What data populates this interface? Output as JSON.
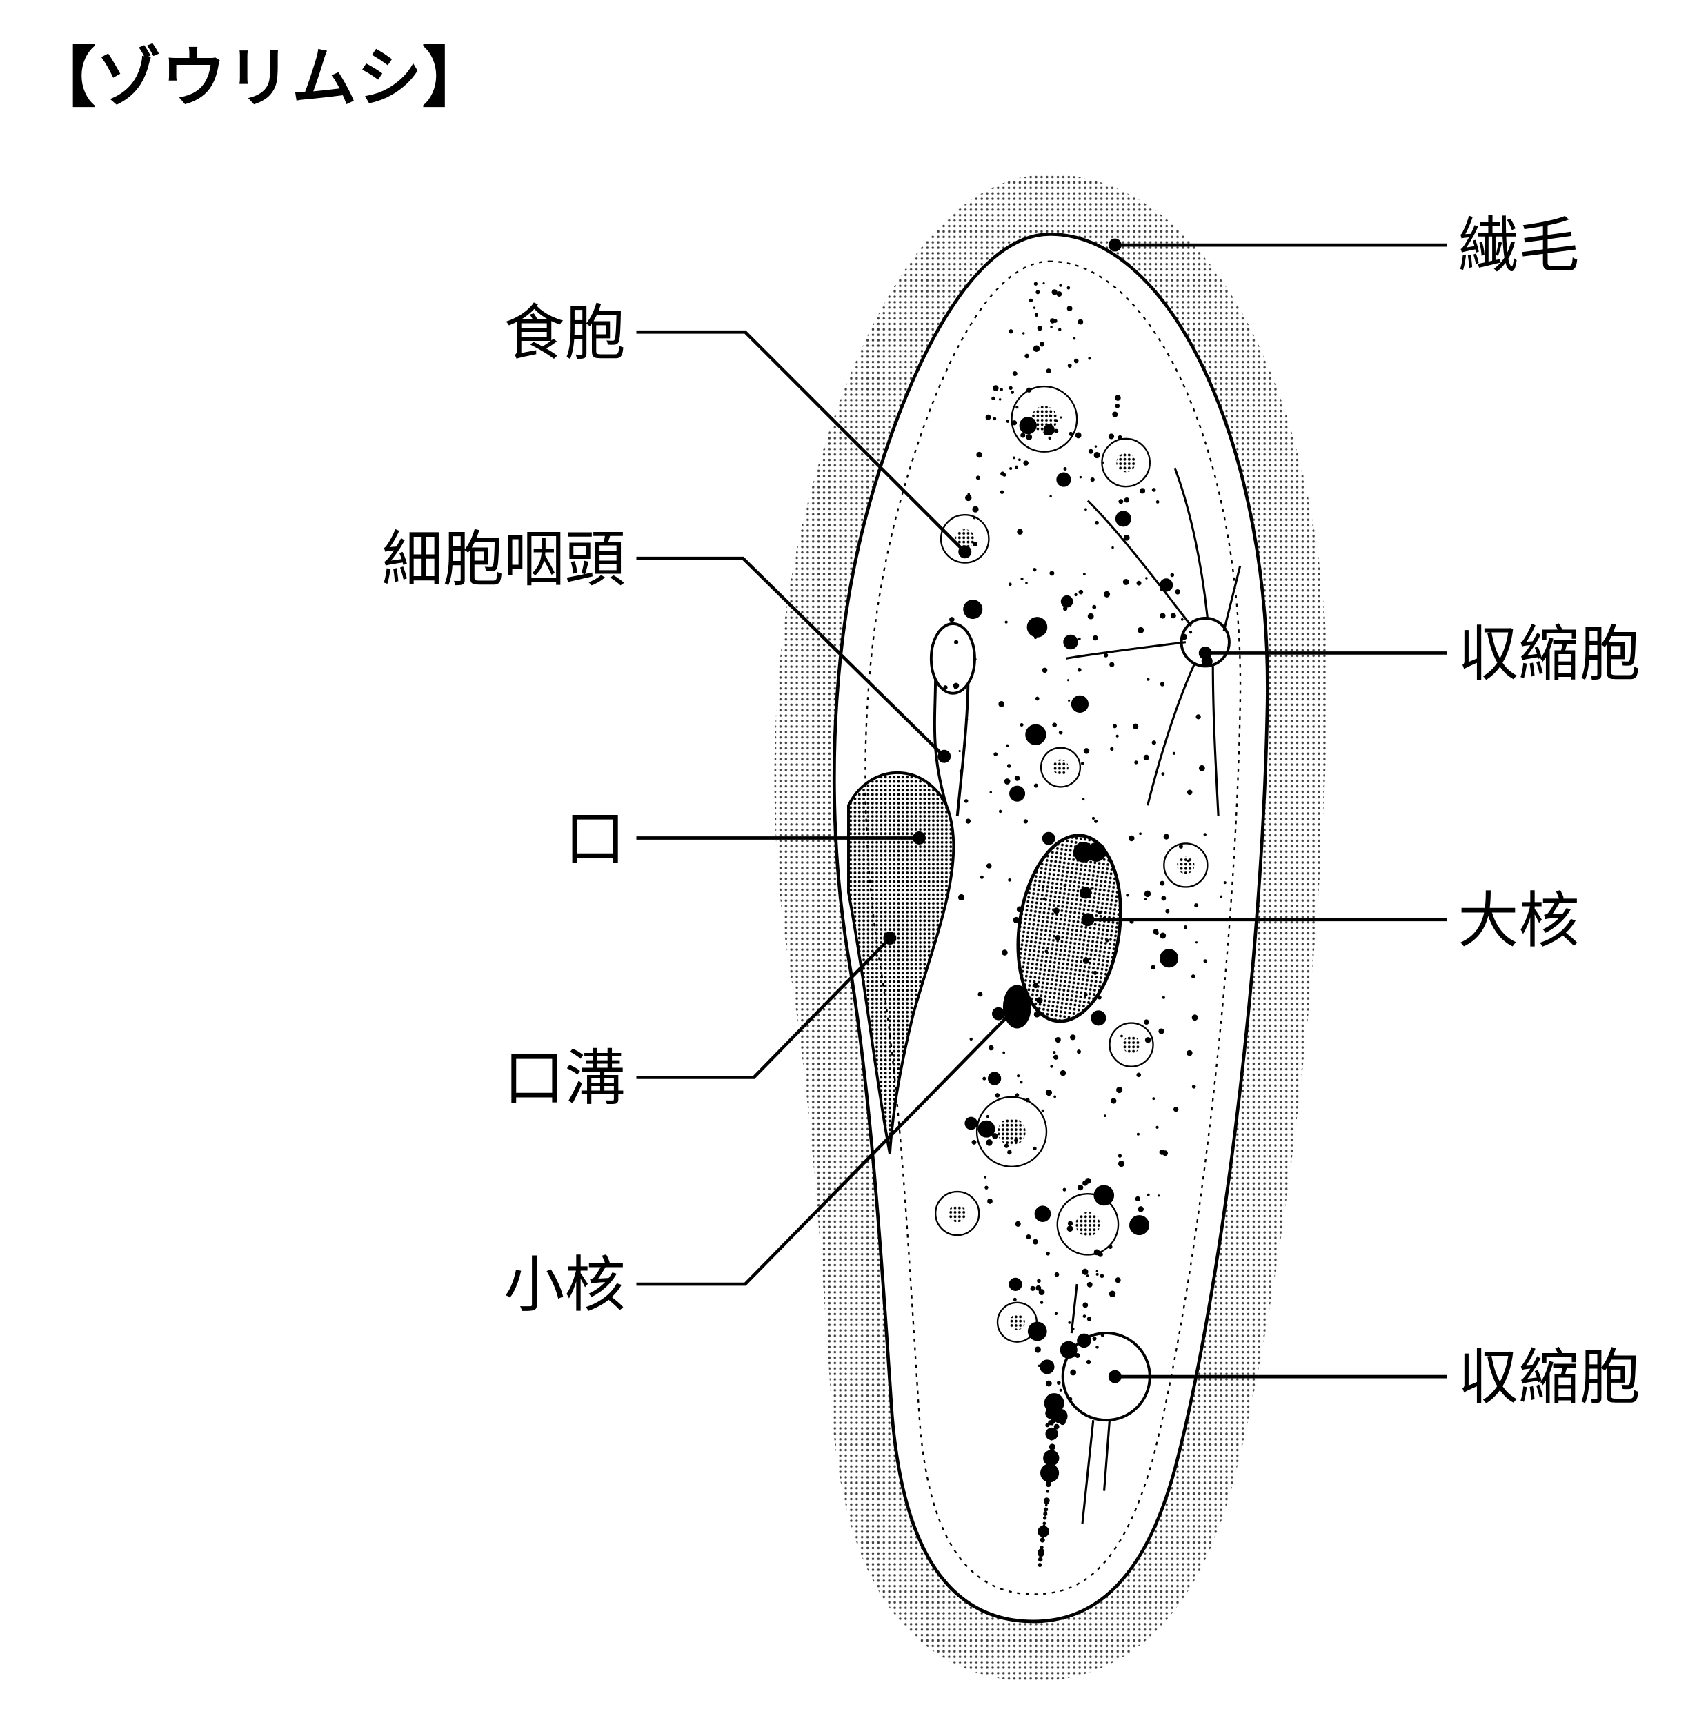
{
  "title": "【ゾウリムシ】",
  "labels": {
    "cilia": "繊毛",
    "food_vacuole": "食胞",
    "cytopharynx": "細胞咽頭",
    "contractile_vacuole_upper": "収縮胞",
    "mouth": "口",
    "macronucleus": "大核",
    "oral_groove": "口溝",
    "micronucleus": "小核",
    "contractile_vacuole_lower": "収縮胞"
  }
}
